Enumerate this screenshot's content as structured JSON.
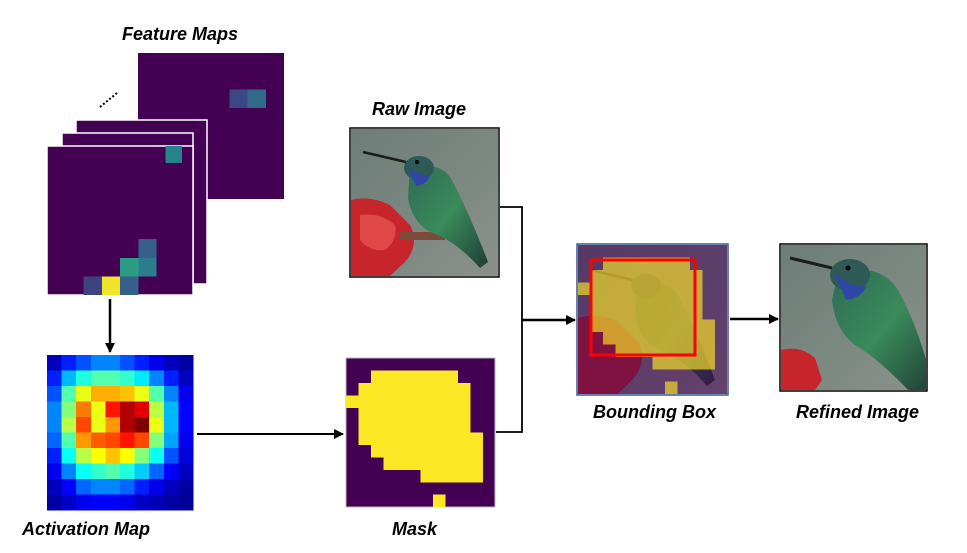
{
  "labels": {
    "feature_maps": "Feature Maps",
    "raw_image": "Raw Image",
    "activation_map": "Activation Map",
    "mask": "Mask",
    "bounding_box": "Bounding Box",
    "refined_image": "Refined Image"
  },
  "colors": {
    "feature_background": "#440154",
    "mask_foreground": "#fde725",
    "bounding_box_stroke": "#ff0000",
    "arrow": "#000000"
  },
  "feature_map": {
    "grid": 8,
    "cells": [
      {
        "col": 6,
        "row": 1,
        "value": 0.35
      },
      {
        "col": 5,
        "row": 1,
        "value": 0.22
      },
      {
        "col": 5,
        "row": 6,
        "value": 0.42
      },
      {
        "col": 4,
        "row": 6,
        "value": 0.55
      },
      {
        "col": 5,
        "row": 5,
        "value": 0.3
      },
      {
        "col": 2,
        "row": 7,
        "value": 0.2
      },
      {
        "col": 3,
        "row": 7,
        "value": 0.98
      },
      {
        "col": 4,
        "row": 7,
        "value": 0.3
      }
    ]
  },
  "activation_map": {
    "grid": 10,
    "values": [
      [
        0.05,
        0.15,
        0.2,
        0.25,
        0.25,
        0.2,
        0.15,
        0.1,
        0.05,
        0.02
      ],
      [
        0.15,
        0.3,
        0.4,
        0.45,
        0.45,
        0.42,
        0.35,
        0.25,
        0.15,
        0.05
      ],
      [
        0.2,
        0.45,
        0.6,
        0.7,
        0.7,
        0.68,
        0.6,
        0.45,
        0.25,
        0.1
      ],
      [
        0.25,
        0.5,
        0.75,
        0.6,
        0.85,
        0.95,
        0.9,
        0.55,
        0.3,
        0.12
      ],
      [
        0.25,
        0.55,
        0.8,
        0.6,
        0.72,
        0.95,
        1.0,
        0.6,
        0.3,
        0.12
      ],
      [
        0.22,
        0.45,
        0.72,
        0.78,
        0.8,
        0.85,
        0.8,
        0.5,
        0.28,
        0.1
      ],
      [
        0.15,
        0.38,
        0.55,
        0.62,
        0.68,
        0.62,
        0.5,
        0.38,
        0.2,
        0.08
      ],
      [
        0.1,
        0.25,
        0.38,
        0.42,
        0.45,
        0.4,
        0.32,
        0.22,
        0.12,
        0.05
      ],
      [
        0.05,
        0.12,
        0.22,
        0.25,
        0.25,
        0.22,
        0.15,
        0.1,
        0.05,
        0.02
      ],
      [
        0.02,
        0.06,
        0.1,
        0.12,
        0.12,
        0.1,
        0.06,
        0.04,
        0.02,
        0.01
      ]
    ]
  },
  "mask": {
    "grid": 12,
    "cells": [
      [
        1,
        2
      ],
      [
        1,
        3
      ],
      [
        1,
        4
      ],
      [
        1,
        5
      ],
      [
        1,
        6
      ],
      [
        1,
        7
      ],
      [
        1,
        8
      ],
      [
        2,
        1
      ],
      [
        2,
        2
      ],
      [
        2,
        3
      ],
      [
        2,
        4
      ],
      [
        2,
        5
      ],
      [
        2,
        6
      ],
      [
        2,
        7
      ],
      [
        2,
        8
      ],
      [
        2,
        9
      ],
      [
        3,
        0
      ],
      [
        3,
        1
      ],
      [
        3,
        2
      ],
      [
        3,
        3
      ],
      [
        3,
        4
      ],
      [
        3,
        5
      ],
      [
        3,
        6
      ],
      [
        3,
        7
      ],
      [
        3,
        8
      ],
      [
        3,
        9
      ],
      [
        4,
        1
      ],
      [
        4,
        2
      ],
      [
        4,
        3
      ],
      [
        4,
        4
      ],
      [
        4,
        5
      ],
      [
        4,
        6
      ],
      [
        4,
        7
      ],
      [
        4,
        8
      ],
      [
        4,
        9
      ],
      [
        5,
        1
      ],
      [
        5,
        2
      ],
      [
        5,
        3
      ],
      [
        5,
        4
      ],
      [
        5,
        5
      ],
      [
        5,
        6
      ],
      [
        5,
        7
      ],
      [
        5,
        8
      ],
      [
        5,
        9
      ],
      [
        6,
        1
      ],
      [
        6,
        2
      ],
      [
        6,
        3
      ],
      [
        6,
        4
      ],
      [
        6,
        5
      ],
      [
        6,
        6
      ],
      [
        6,
        7
      ],
      [
        6,
        8
      ],
      [
        6,
        9
      ],
      [
        6,
        10
      ],
      [
        7,
        2
      ],
      [
        7,
        3
      ],
      [
        7,
        4
      ],
      [
        7,
        5
      ],
      [
        7,
        6
      ],
      [
        7,
        7
      ],
      [
        7,
        8
      ],
      [
        7,
        9
      ],
      [
        7,
        10
      ],
      [
        8,
        3
      ],
      [
        8,
        4
      ],
      [
        8,
        5
      ],
      [
        8,
        6
      ],
      [
        8,
        7
      ],
      [
        8,
        8
      ],
      [
        8,
        9
      ],
      [
        8,
        10
      ],
      [
        9,
        6
      ],
      [
        9,
        7
      ],
      [
        9,
        8
      ],
      [
        9,
        9
      ],
      [
        9,
        10
      ],
      [
        11,
        7
      ]
    ]
  }
}
